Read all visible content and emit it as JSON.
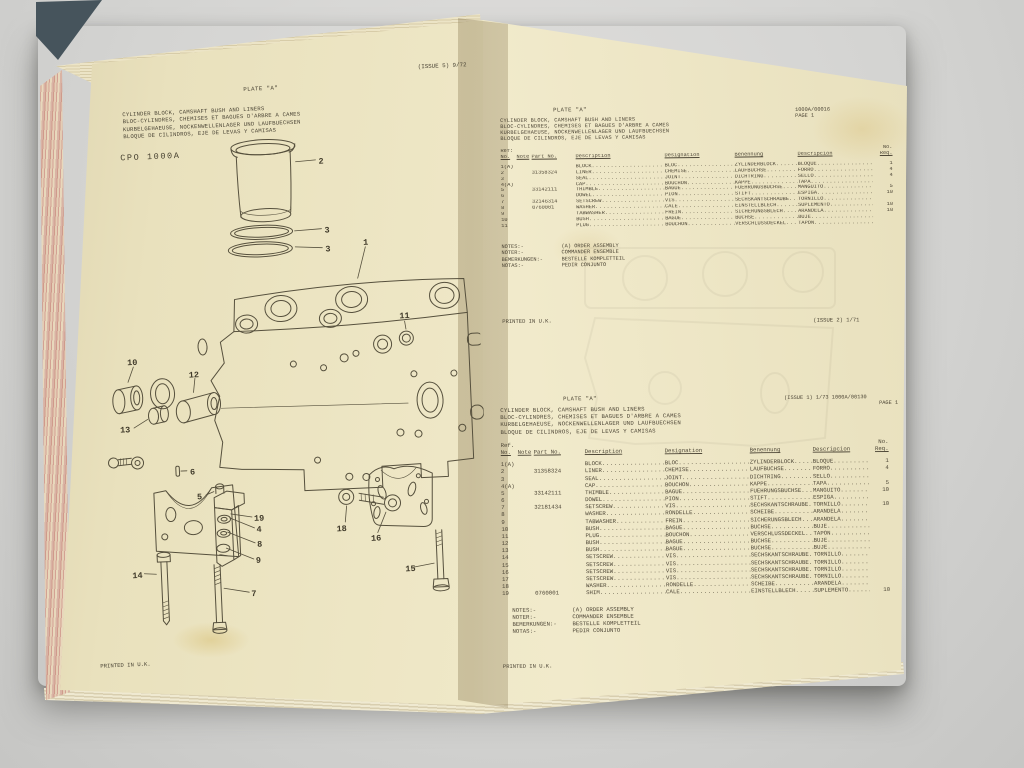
{
  "colors": {
    "background": "#d4d4d2",
    "page": "#efe8ca",
    "page_edge_pink": "#cf9a8b",
    "ink": "#4b4434"
  },
  "left_page": {
    "plate_label": "PLATE \"A\"",
    "issue_label": "(ISSUE 5) 9/72",
    "title_lines": [
      "CYLINDER BLOCK, CAMSHAFT BUSH AND LINERS",
      "BLOC-CYLINDRES, CHEMISES ET BAGUES D'ARBRE A CAMES",
      "KURBELGEHAEUSE, NOCKENWELLENLAGER UND LAUFBUECHSEN",
      "BLOQUE DE CILINDROS, EJE DE LEVAS Y CAMISAS"
    ],
    "model_label": "CPO 1000A",
    "printed_label": "PRINTED IN U.K.",
    "callouts": [
      "2",
      "3",
      "3",
      "1",
      "11",
      "10",
      "12",
      "13",
      "6",
      "5",
      "19",
      "4",
      "8",
      "9",
      "14",
      "7",
      "18",
      "16",
      "15"
    ]
  },
  "right_page": {
    "sections": [
      {
        "plate_label": "PLATE \"A\"",
        "header_issue": "",
        "doc_ref": "1000A/00016",
        "page_label": "PAGE 1",
        "title_lines": [
          "CYLINDER BLOCK, CAMSHAFT BUSH AND LINERS",
          "BLOC-CYLINDRES, CHEMISES ET BAGUES D'ARBRE A CAMES",
          "KURBELGEHAEUSE, NOCKENWELLENLAGER UND LAUFBUECHSEN",
          "BLOQUE DE CILINDROS, EJE DE LEVAS Y CAMISAS"
        ],
        "headers": {
          "ref_line1": "Ref:",
          "ref_line2": "No.",
          "note": "Note",
          "part": "Part No.",
          "description": "Description",
          "designation": "Designation",
          "benennung": "Benennung",
          "descripcion": "Descripcion",
          "req_line1": "No.",
          "req_line2": "Req."
        },
        "rows": [
          {
            "ref": "1(A)",
            "note": "",
            "part": "",
            "desc": "BLOCK",
            "desig": "BLOC",
            "benen": "ZYLINDERBLOCK",
            "descrip": "BLOQUE",
            "req": "1"
          },
          {
            "ref": "2",
            "note": "",
            "part": "31358324",
            "desc": "LINER",
            "desig": "CHEMISE",
            "benen": "LAUFBUCHSE",
            "descrip": "FORRO",
            "req": "4"
          },
          {
            "ref": "3",
            "note": "",
            "part": "",
            "desc": "SEAL",
            "desig": "JOINT",
            "benen": "DICHTRING",
            "descrip": "SELLO",
            "req": "4"
          },
          {
            "ref": "4(A)",
            "note": "",
            "part": "",
            "desc": "CAP",
            "desig": "BOUCHON",
            "benen": "KAPPE",
            "descrip": "TAPA",
            "req": ""
          },
          {
            "ref": "5",
            "note": "",
            "part": "33142111",
            "desc": "THIMBLE",
            "desig": "BAGUE",
            "benen": "FUEHRUNGSBUCHSE",
            "descrip": "MANGUITO",
            "req": "5"
          },
          {
            "ref": "6",
            "note": "",
            "part": "",
            "desc": "DOWEL",
            "desig": "PION",
            "benen": "STIFT",
            "descrip": "ESPIGA",
            "req": "10"
          },
          {
            "ref": "7",
            "note": "",
            "part": "32146314",
            "desc": "SETSCREW",
            "desig": "VIS",
            "benen": "SECHSKANTSCHRAUBE",
            "descrip": "TORNILLO",
            "req": ""
          },
          {
            "ref": "8",
            "note": "",
            "part": "0760001",
            "desc": "WASHER",
            "desig": "CALE",
            "benen": "EINSTELLBLECH",
            "descrip": "SUPLEMENTO",
            "req": "10"
          },
          {
            "ref": "9",
            "note": "",
            "part": "",
            "desc": "TABWASHER",
            "desig": "FREIN",
            "benen": "SICHERUNGSBLECH",
            "descrip": "ARANDELA",
            "req": "10"
          },
          {
            "ref": "10",
            "note": "",
            "part": "",
            "desc": "BUSH",
            "desig": "BAGUE",
            "benen": "BUCHSE",
            "descrip": "BUJE",
            "req": ""
          },
          {
            "ref": "11",
            "note": "",
            "part": "",
            "desc": "PLUG",
            "desig": "BOUCHON",
            "benen": "VERSCHLUSSDECKEL",
            "descrip": "TAPON",
            "req": ""
          }
        ],
        "notes": [
          {
            "label": "NOTES:-",
            "text": "(A) ORDER ASSEMBLY"
          },
          {
            "label": "NOTER:-",
            "text": "COMMANDER ENSEMBLE"
          },
          {
            "label": "BEMERKUNGEN:-",
            "text": "BESTELLE KOMPLETTEIL"
          },
          {
            "label": "NOTAS:-",
            "text": "PEDIR CONJUNTO"
          }
        ],
        "printed_label": "PRINTED IN U.K.",
        "issue_label": "(ISSUE 2) 1/71"
      },
      {
        "plate_label": "PLATE \"A\"",
        "header_issue": "(ISSUE 1) 1/73  1000A/00130",
        "doc_ref": "",
        "page_label": "PAGE 1",
        "title_lines": [
          "CYLINDER BLOCK, CAMSHAFT BUSH AND LINERS",
          "BLOC-CYLINDRES, CHEMISES ET BAGUES D'ARBRE A CAMES",
          "KURBELGEHAEUSE, NOCKENWELLENLAGER UND LAUFBUECHSEN",
          "BLOQUE DE CILINDROS, EJE DE LEVAS Y CAMISAS"
        ],
        "headers": {
          "ref_line1": "Ref.",
          "ref_line2": "No.",
          "note": "Note",
          "part": "Part No.",
          "description": "Description",
          "designation": "Designation",
          "benennung": "Benennung",
          "descripcion": "Descripcion",
          "req_line1": "No.",
          "req_line2": "Req."
        },
        "rows": [
          {
            "ref": "1(A)",
            "note": "",
            "part": "",
            "desc": "BLOCK",
            "desig": "BLOC",
            "benen": "ZYLINDERBLOCK",
            "descrip": "BLOQUE",
            "req": "1"
          },
          {
            "ref": "2",
            "note": "",
            "part": "31358324",
            "desc": "LINER",
            "desig": "CHEMISE",
            "benen": "LAUFBUCHSE",
            "descrip": "FORRO",
            "req": "4"
          },
          {
            "ref": "3",
            "note": "",
            "part": "",
            "desc": "SEAL",
            "desig": "JOINT",
            "benen": "DICHTRING",
            "descrip": "SELLO",
            "req": ""
          },
          {
            "ref": "4(A)",
            "note": "",
            "part": "",
            "desc": "CAP",
            "desig": "BOUCHON",
            "benen": "KAPPE",
            "descrip": "TAPA",
            "req": "5"
          },
          {
            "ref": "5",
            "note": "",
            "part": "33142111",
            "desc": "THIMBLE",
            "desig": "BAGUE",
            "benen": "FUEHRUNGSBUCHSE",
            "descrip": "MANGUITO",
            "req": "10"
          },
          {
            "ref": "6",
            "note": "",
            "part": "",
            "desc": "DOWEL",
            "desig": "PION",
            "benen": "STIFT",
            "descrip": "ESPIGA",
            "req": ""
          },
          {
            "ref": "7",
            "note": "",
            "part": "32181434",
            "desc": "SETSCREW",
            "desig": "VIS",
            "benen": "SECHSKANTSCHRAUBE",
            "descrip": "TORNILLO",
            "req": "10"
          },
          {
            "ref": "8",
            "note": "",
            "part": "",
            "desc": "WASHER",
            "desig": "RONDELLE",
            "benen": "SCHEIBE",
            "descrip": "ARANDELA",
            "req": ""
          },
          {
            "ref": "9",
            "note": "",
            "part": "",
            "desc": "TABWASHER",
            "desig": "FREIN",
            "benen": "SICHERUNGSBLECH",
            "descrip": "ARANDELA",
            "req": ""
          },
          {
            "ref": "10",
            "note": "",
            "part": "",
            "desc": "BUSH",
            "desig": "BAGUE",
            "benen": "BUCHSE",
            "descrip": "BUJE",
            "req": ""
          },
          {
            "ref": "11",
            "note": "",
            "part": "",
            "desc": "PLUG",
            "desig": "BOUCHON",
            "benen": "VERSCHLUSSDECKEL",
            "descrip": "TAPON",
            "req": ""
          },
          {
            "ref": "12",
            "note": "",
            "part": "",
            "desc": "BUSH",
            "desig": "BAGUE",
            "benen": "BUCHSE",
            "descrip": "BUJE",
            "req": ""
          },
          {
            "ref": "13",
            "note": "",
            "part": "",
            "desc": "BUSH",
            "desig": "BAGUE",
            "benen": "BUCHSE",
            "descrip": "BUJE",
            "req": ""
          },
          {
            "ref": "14",
            "note": "",
            "part": "",
            "desc": "SETSCREW",
            "desig": "VIS",
            "benen": "SECHSKANTSCHRAUBE",
            "descrip": "TORNILLO",
            "req": ""
          },
          {
            "ref": "15",
            "note": "",
            "part": "",
            "desc": "SETSCREW",
            "desig": "VIS",
            "benen": "SECHSKANTSCHRAUBE",
            "descrip": "TORNILLO",
            "req": ""
          },
          {
            "ref": "16",
            "note": "",
            "part": "",
            "desc": "SETSCREW",
            "desig": "VIS",
            "benen": "SECHSKANTSCHRAUBE",
            "descrip": "TORNILLO",
            "req": ""
          },
          {
            "ref": "17",
            "note": "",
            "part": "",
            "desc": "SETSCREW",
            "desig": "VIS",
            "benen": "SECHSKANTSCHRAUBE",
            "descrip": "TORNILLO",
            "req": ""
          },
          {
            "ref": "18",
            "note": "",
            "part": "",
            "desc": "WASHER",
            "desig": "RONDELLE",
            "benen": "SCHEIBE",
            "descrip": "ARANDELA",
            "req": ""
          },
          {
            "ref": "19",
            "note": "",
            "part": "0760001",
            "desc": "SHIM",
            "desig": "CALE",
            "benen": "EINSTELLBLECH",
            "descrip": "SUPLEMENTO",
            "req": "10"
          }
        ],
        "notes": [
          {
            "label": "NOTES:-",
            "text": "(A) ORDER ASSEMBLY"
          },
          {
            "label": "NOTER:-",
            "text": "COMMANDER ENSEMBLE"
          },
          {
            "label": "BEMERKUNGEN:-",
            "text": "BESTELLE KOMPLETTEIL"
          },
          {
            "label": "NOTAS:-",
            "text": "PEDIR CONJUNTO"
          }
        ],
        "printed_label": "PRINTED IN U.K.",
        "issue_label": ""
      }
    ]
  }
}
